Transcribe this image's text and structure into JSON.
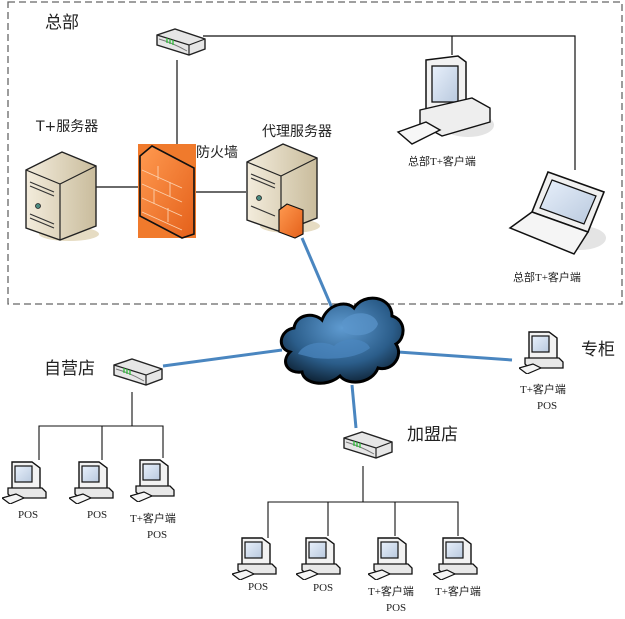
{
  "diagram": {
    "headquarters": {
      "label": "总部",
      "t_server": "T+服务器",
      "firewall": "防火墙",
      "proxy_server": "代理服务器",
      "desktop_client": "总部T+客户端",
      "laptop_client": "总部T+客户端"
    },
    "network": "internet-cloud",
    "self_operated_store": {
      "label": "自营店",
      "terminals": [
        {
          "line1": "POS",
          "line2": ""
        },
        {
          "line1": "POS",
          "line2": ""
        },
        {
          "line1": "T+客户端",
          "line2": "POS"
        }
      ]
    },
    "franchise_store": {
      "label": "加盟店",
      "terminals": [
        {
          "line1": "POS",
          "line2": ""
        },
        {
          "line1": "POS",
          "line2": ""
        },
        {
          "line1": "T+客户端",
          "line2": "POS"
        },
        {
          "line1": "T+客户端",
          "line2": ""
        }
      ]
    },
    "counter": {
      "label": "专柜",
      "terminal": {
        "line1": "T+客户端",
        "line2": "POS"
      }
    }
  },
  "colors": {
    "wan_link": "#4a86c0",
    "lan_link": "#111111",
    "firewall": "#f07a2c",
    "cloud": "#2c5a85",
    "dashed_border": "#666666"
  }
}
